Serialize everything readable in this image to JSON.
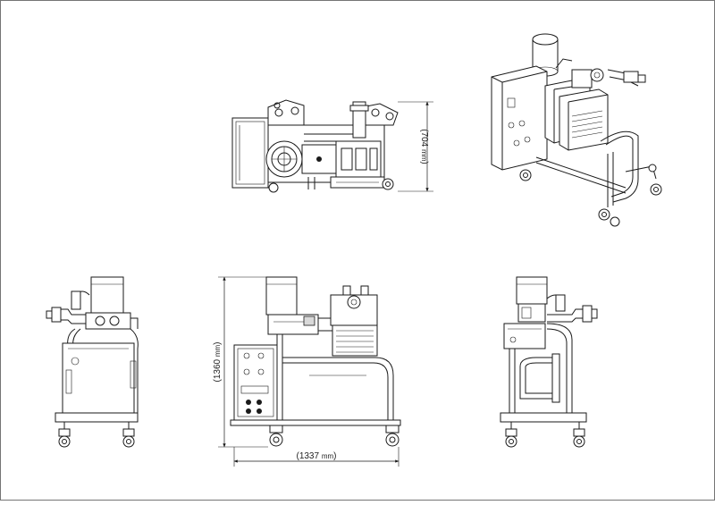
{
  "dimensions": {
    "depth": "704",
    "height": "1360",
    "width": "1337",
    "unit": "mm"
  },
  "views": [
    "plan",
    "isometric",
    "left-side",
    "front",
    "right-side"
  ]
}
